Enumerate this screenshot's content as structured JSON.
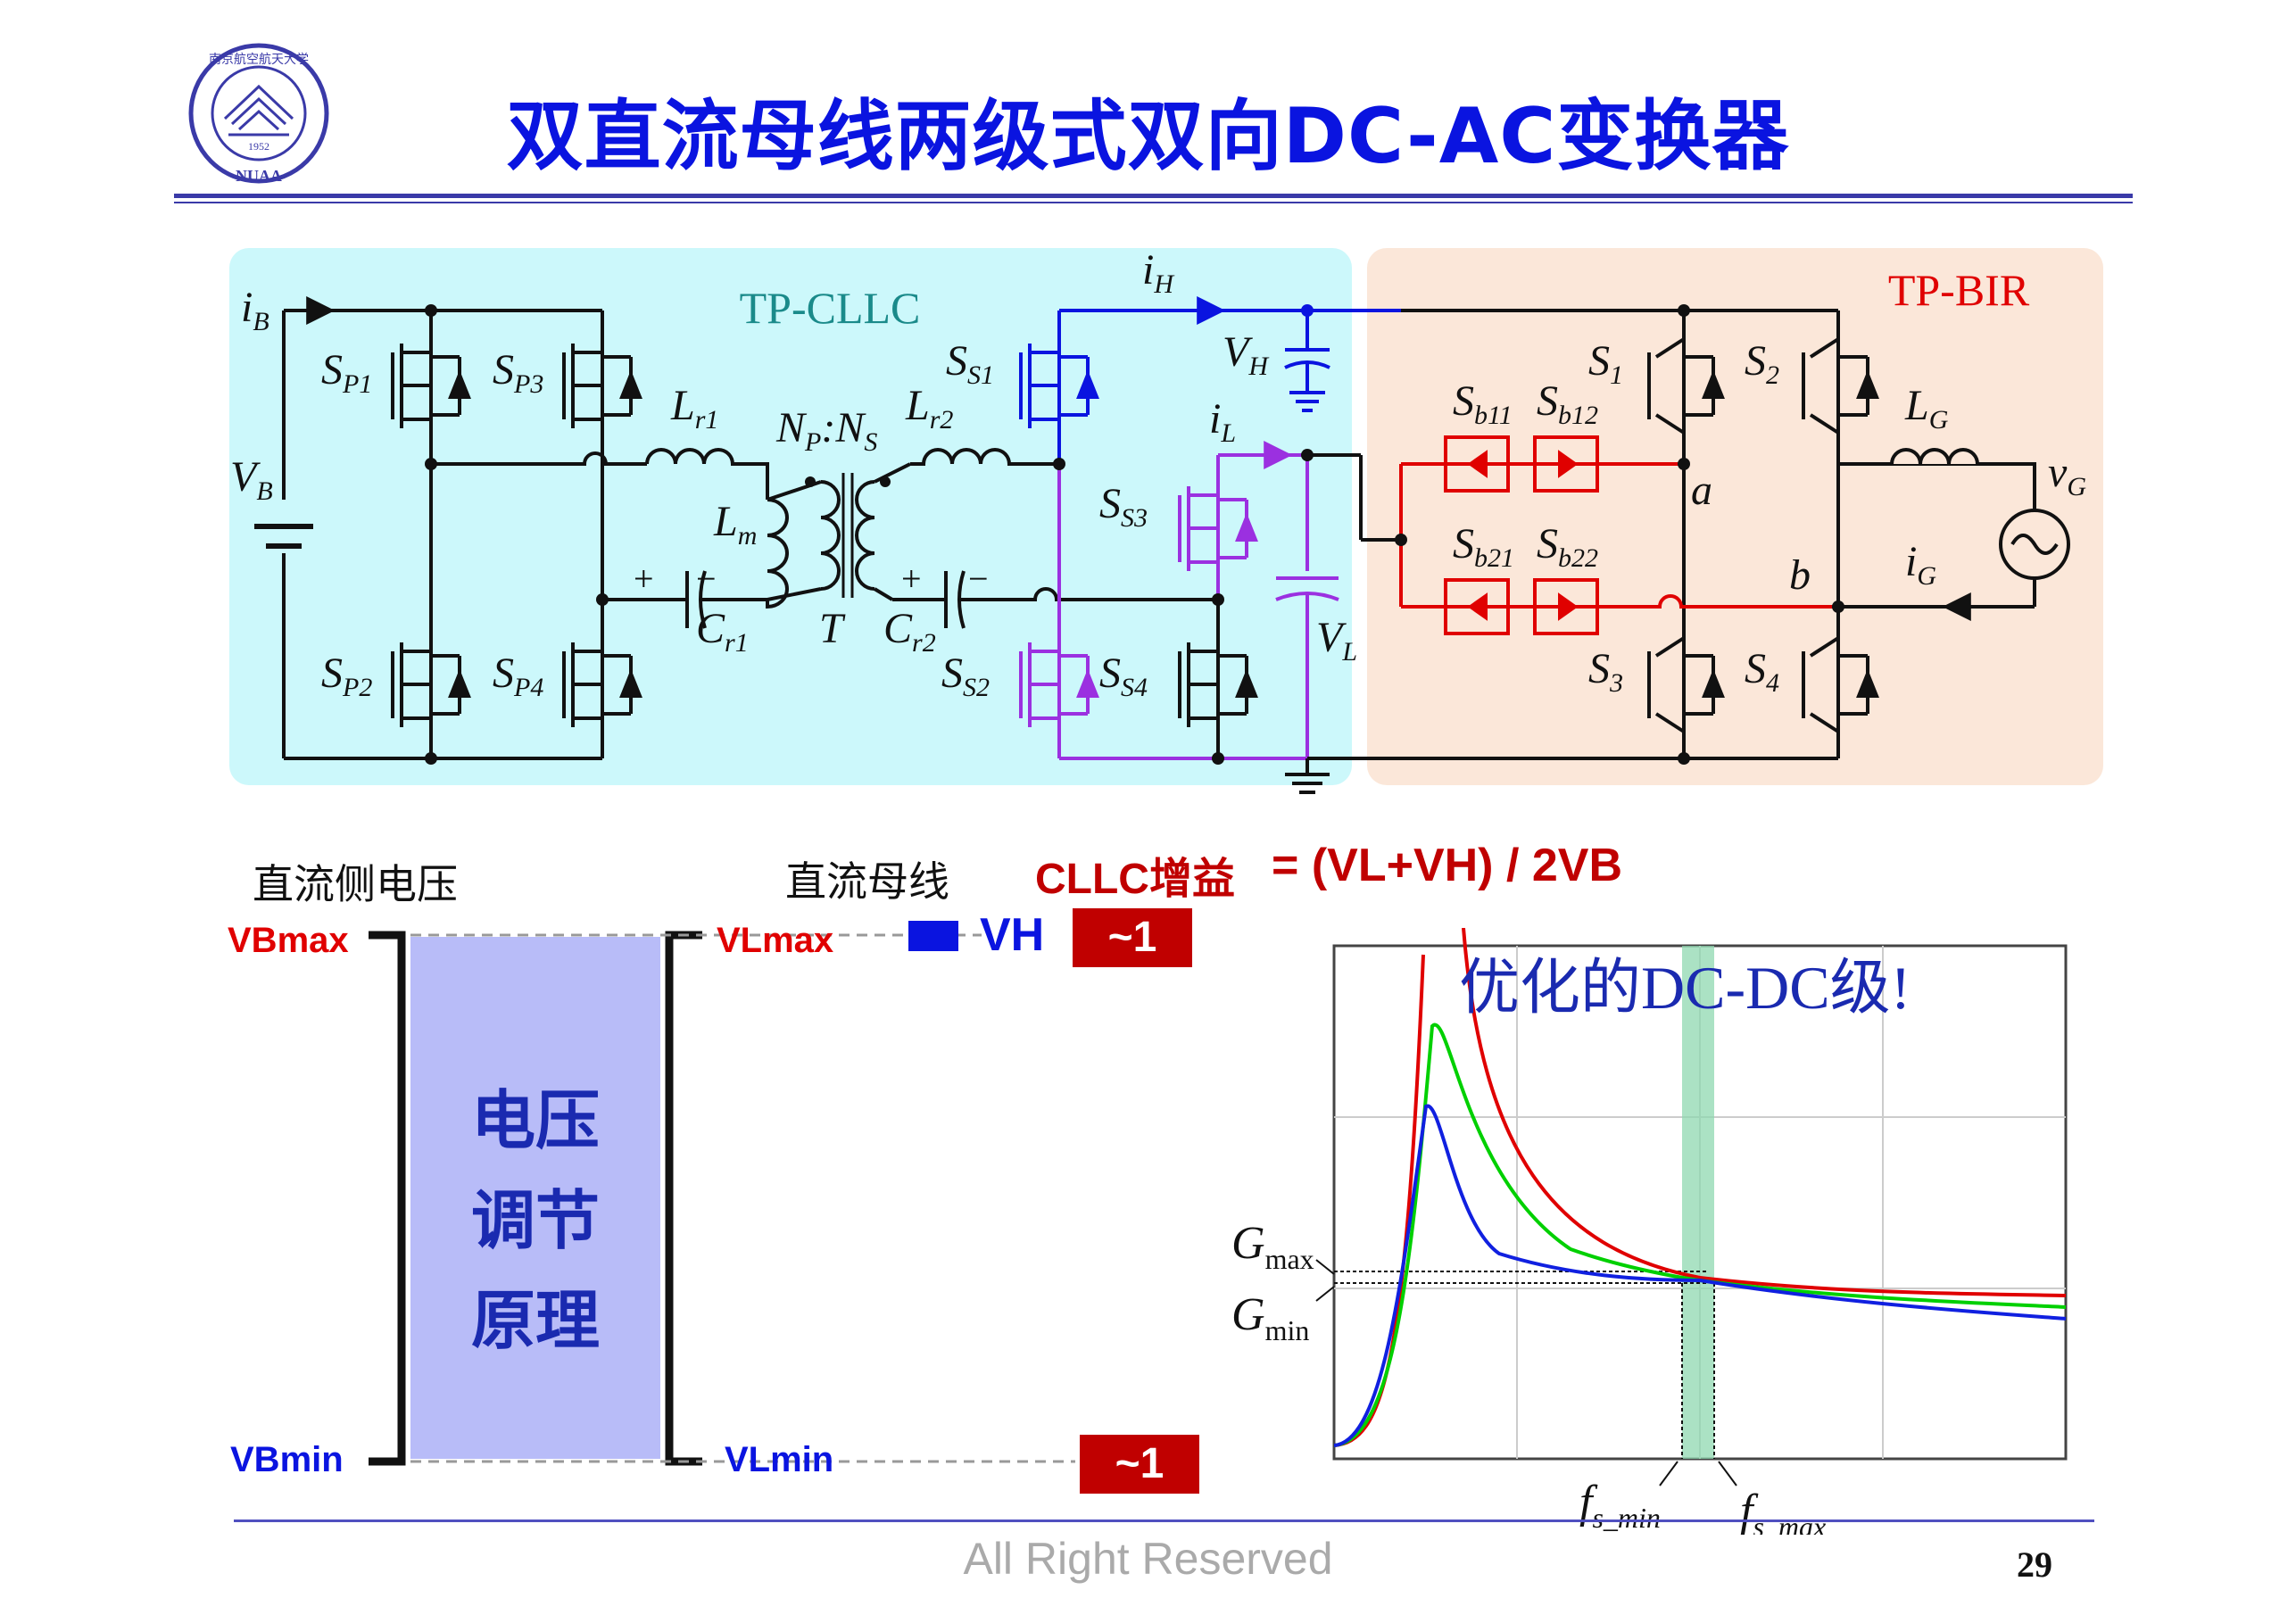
{
  "title": "双直流母线两级式双向DC-AC变换器",
  "logo": {
    "text": "NUAA",
    "year": "1952",
    "seal_chars": "南京航空航天大学"
  },
  "circuit": {
    "left_block_label": "TP-CLLC",
    "right_block_label": "TP-BIR",
    "colors": {
      "left_bg": "#ccf8fb",
      "right_bg": "#fbe7d9",
      "blue": "#0a14e0",
      "purple": "#9b30e0",
      "red": "#e00000"
    },
    "labels": {
      "iB": "i",
      "iB_sub": "B",
      "VB": "V",
      "VB_sub": "B",
      "SP1": "S",
      "SP1_sub": "P1",
      "SP3": "S",
      "SP3_sub": "P3",
      "SP2": "S",
      "SP2_sub": "P2",
      "SP4": "S",
      "SP4_sub": "P4",
      "Lr1": "L",
      "Lr1_sub": "r1",
      "Lr2": "L",
      "Lr2_sub": "r2",
      "Lm": "L",
      "Lm_sub": "m",
      "NP": "N",
      "NP_sub": "P",
      "NS": "N",
      "NS_sub": "S",
      "colon": ":",
      "T": "T",
      "Cr1": "C",
      "Cr1_sub": "r1",
      "Cr2": "C",
      "Cr2_sub": "r2",
      "plus": "+",
      "minus": "−",
      "SS1": "S",
      "SS1_sub": "S1",
      "SS2": "S",
      "SS2_sub": "S2",
      "SS3": "S",
      "SS3_sub": "S3",
      "SS4": "S",
      "SS4_sub": "S4",
      "iH": "i",
      "iH_sub": "H",
      "iL": "i",
      "iL_sub": "L",
      "VH": "V",
      "VH_sub": "H",
      "VL": "V",
      "VL_sub": "L",
      "S1": "S",
      "S1_sub": "1",
      "S2": "S",
      "S2_sub": "2",
      "S3": "S",
      "S3_sub": "3",
      "S4": "S",
      "S4_sub": "4",
      "Sb11": "S",
      "Sb11_sub": "b11",
      "Sb12": "S",
      "Sb12_sub": "b12",
      "Sb21": "S",
      "Sb21_sub": "b21",
      "Sb22": "S",
      "Sb22_sub": "b22",
      "a": "a",
      "b": "b",
      "LG": "L",
      "LG_sub": "G",
      "vG": "v",
      "vG_sub": "G",
      "iG": "i",
      "iG_sub": "G"
    }
  },
  "lower": {
    "dc_side_voltage": "直流侧电压",
    "dc_bus": "直流母线",
    "gain_label": "CLLC增益",
    "gain_formula": "= (VL+VH) / 2VB",
    "vbmax": "VBmax",
    "vbmin": "VBmin",
    "vlmax": "VLmax",
    "vlmin": "VLmin",
    "vh": "VH",
    "gain_top": "~1",
    "gain_bottom": "~1",
    "regulation": [
      "电压",
      "调节",
      "原理"
    ],
    "colors": {
      "region": "#b8bcf8",
      "red": "#e00000",
      "blue": "#0a14e0"
    }
  },
  "gain_plot": {
    "annotation": "优化的DC-DC级!",
    "gmax": "G",
    "gmax_sub": "max",
    "gmin": "G",
    "gmin_sub": "min",
    "fs_min": "f",
    "fs_min_sub": "s_min",
    "fs_max": "f",
    "fs_max_sub": "s_max",
    "curve_colors": [
      "#e00000",
      "#00d000",
      "#1020e0"
    ],
    "band_color": "#8fd8b0"
  },
  "footer": {
    "text": "All Right Reserved",
    "page": "29"
  }
}
